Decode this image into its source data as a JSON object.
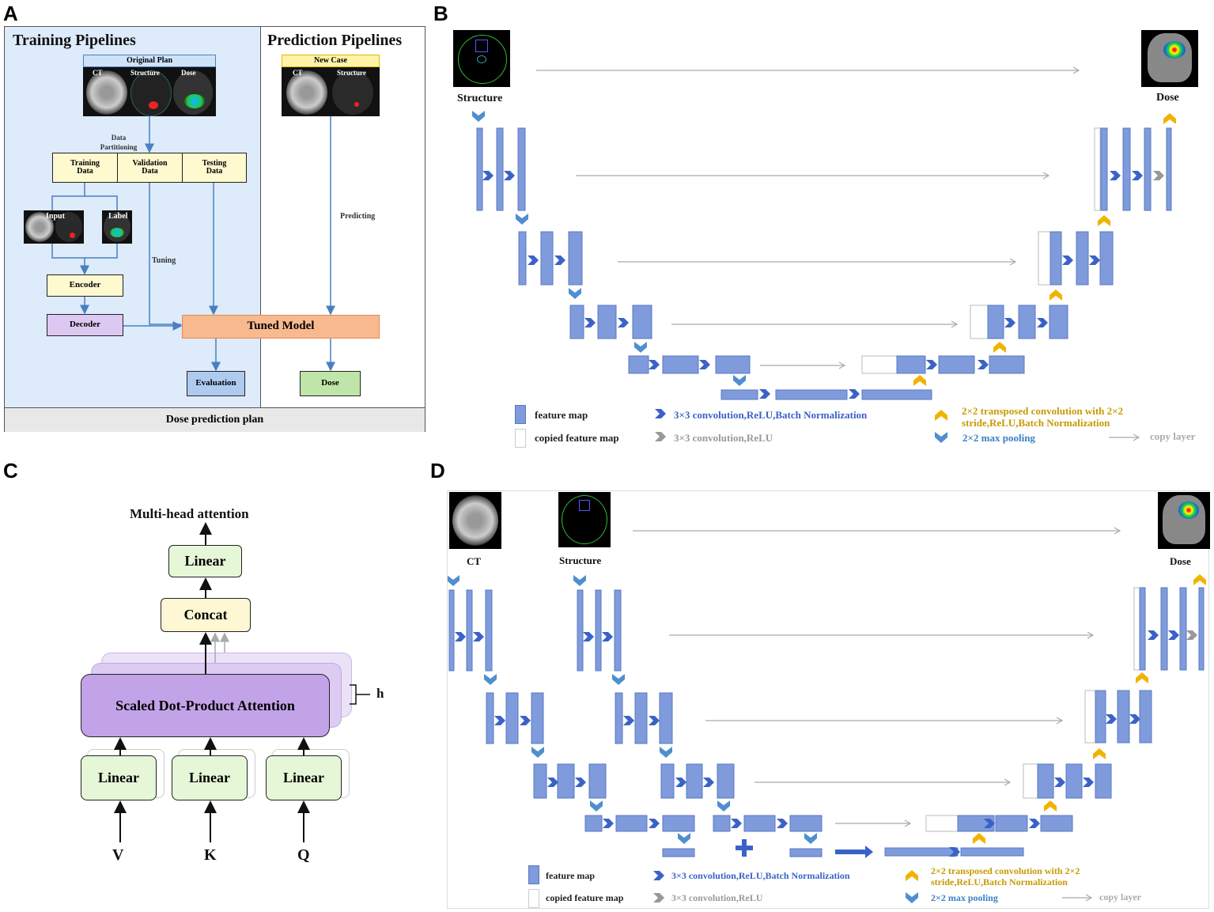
{
  "panel_labels": {
    "a": "A",
    "b": "B",
    "c": "C",
    "d": "D"
  },
  "panelA": {
    "training_title": "Training Pipelines",
    "prediction_title": "Prediction Pipelines",
    "original_plan": "Original Plan",
    "ct": "CT",
    "structure": "Structure",
    "dose": "Dose",
    "new_case": "New Case",
    "data_partitioning_1": "Data",
    "data_partitioning_2": "Partitioning",
    "training_data": "Training Data",
    "validation_data": "Validation Data",
    "testing_data": "Testing Data",
    "input": "Input",
    "label": "Label",
    "tuning": "Tuning",
    "predicting": "Predicting",
    "encoder": "Encoder",
    "decoder": "Decoder",
    "tuned_model": "Tuned Model",
    "evaluation": "Evaluation",
    "dose_out": "Dose",
    "footer": "Dose prediction plan"
  },
  "panelB": {
    "structure": "Structure",
    "dose": "Dose"
  },
  "legend": {
    "feature_map": "feature map",
    "copied_feature_map": "copied feature map",
    "conv_bn": "3×3 convolution,ReLU,Batch Normalization",
    "conv": "3×3 convolution,ReLU",
    "transposed_1": "2×2 transposed convolution with 2×2",
    "transposed_2": "stride,ReLU,Batch Normalization",
    "max_pooling": "2×2 max pooling",
    "copy_layer": "copy layer"
  },
  "panelC": {
    "title": "Multi-head attention",
    "linear_top": "Linear",
    "concat": "Concat",
    "attention": "Scaled Dot-Product Attention",
    "h": "h",
    "linear_v": "Linear",
    "linear_k": "Linear",
    "linear_q": "Linear",
    "v": "V",
    "k": "K",
    "q": "Q"
  },
  "panelD": {
    "ct": "CT",
    "structure": "Structure",
    "dose": "Dose"
  },
  "colors": {
    "feature_map": "#7f9bdc",
    "arrow_blue": "#3a62c7",
    "pool_blue": "#4f8fd0",
    "up_yellow": "#f0b400",
    "panelA_bg": "#ddebfb",
    "yellow_box": "#fff9d0",
    "decoder": "#dcc8f0",
    "tuned": "#f9b98f",
    "evaluation": "#aecbef",
    "dose_green": "#bfe5a9",
    "attention": "#c3a3e8",
    "linear_green": "#e6f7d8",
    "concat": "#fdf8d3"
  },
  "icons": [
    "chevron-right-icon",
    "chevron-down-icon",
    "chevron-up-icon",
    "arrow-right-icon",
    "plus-icon"
  ]
}
